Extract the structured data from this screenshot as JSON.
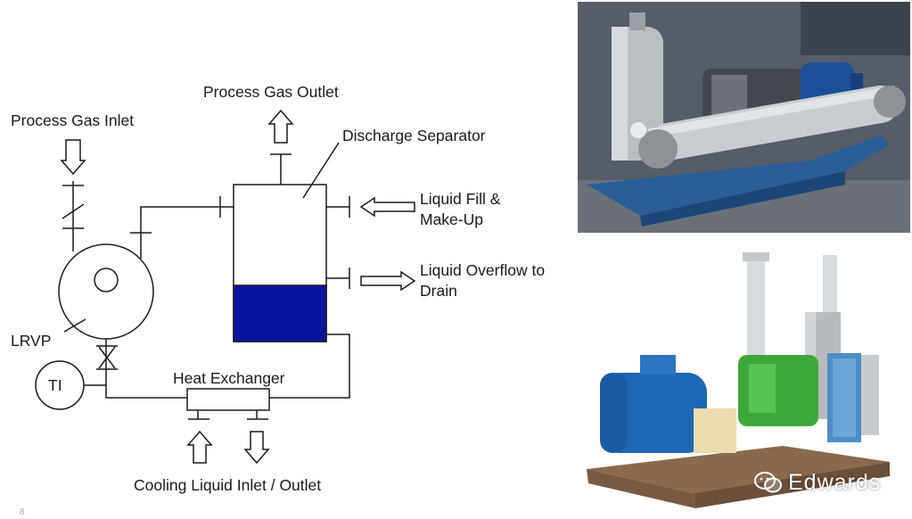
{
  "diagram": {
    "labels": {
      "process_gas_outlet": "Process Gas Outlet",
      "process_gas_inlet": "Process Gas Inlet",
      "discharge_separator": "Discharge Separator",
      "liquid_fill_line1": "Liquid Fill &",
      "liquid_fill_line2": "Make-Up",
      "liquid_overflow_line1": "Liquid Overflow to",
      "liquid_overflow_line2": "Drain",
      "lrvp": "LRVP",
      "ti": "TI",
      "heat_exchanger": "Heat Exchanger",
      "cooling_liquid": "Cooling Liquid Inlet / Outlet"
    },
    "colors": {
      "line": "#1a1a1a",
      "separator_liquid": "#0a14a0",
      "arrow_fill": "#ffffff"
    }
  },
  "watermark": {
    "text": "Edwards",
    "icon": "wechat-icon"
  },
  "page_number": "8"
}
